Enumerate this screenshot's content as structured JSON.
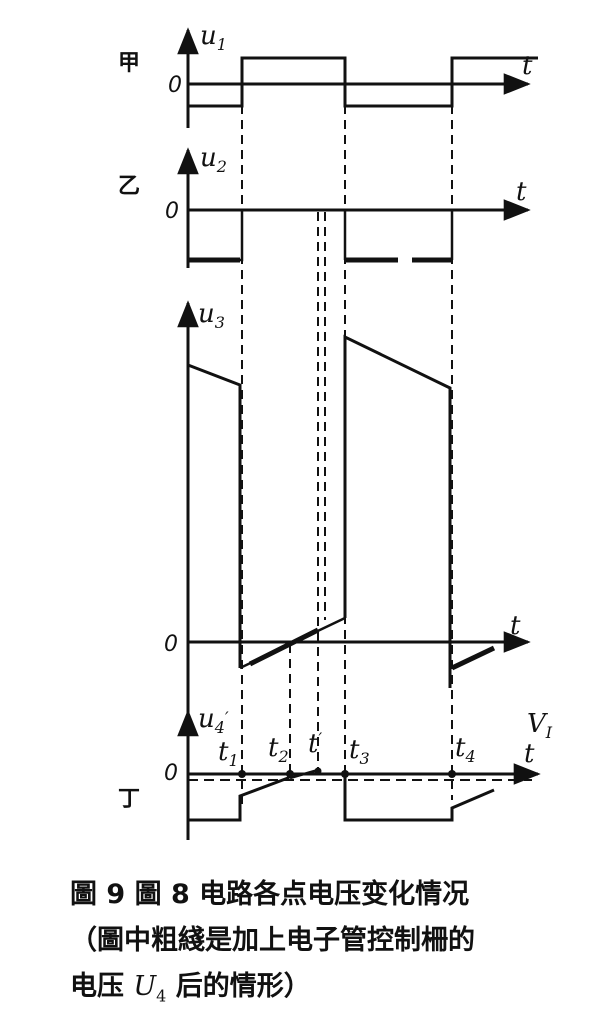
{
  "panels": {
    "jia": {
      "tag": "甲",
      "axis_label": "u",
      "axis_sub": "1",
      "zero": "0",
      "t_label": "t"
    },
    "yi": {
      "tag": "乙",
      "axis_label": "u",
      "axis_sub": "2",
      "zero": "0",
      "t_label": "t"
    },
    "u3": {
      "axis_label": "u",
      "axis_sub": "3",
      "zero": "0",
      "t_label": "t"
    },
    "ding": {
      "tag": "丁",
      "axis_label": "u",
      "axis_sub": "4",
      "prime": "′",
      "zero": "0",
      "t_label": "t",
      "v_label": "V",
      "v_sub": "I",
      "times": [
        "t1",
        "t2",
        "t′",
        "t3",
        "t4"
      ]
    }
  },
  "time_labels": {
    "t1": {
      "base": "t",
      "sub": "1"
    },
    "t2": {
      "base": "t",
      "sub": "2"
    },
    "tp": {
      "base": "t",
      "sub": "′"
    },
    "t3": {
      "base": "t",
      "sub": "3"
    },
    "t4": {
      "base": "t",
      "sub": "4"
    }
  },
  "caption": {
    "line1": "圖 9   圖 8 电路各点电压变化情况",
    "line2": "（圖中粗綫是加上电子管控制柵的",
    "line3_pre": "电压 ",
    "line3_var": "U",
    "line3_sub": "4",
    "line3_post": " 后的情形）"
  }
}
